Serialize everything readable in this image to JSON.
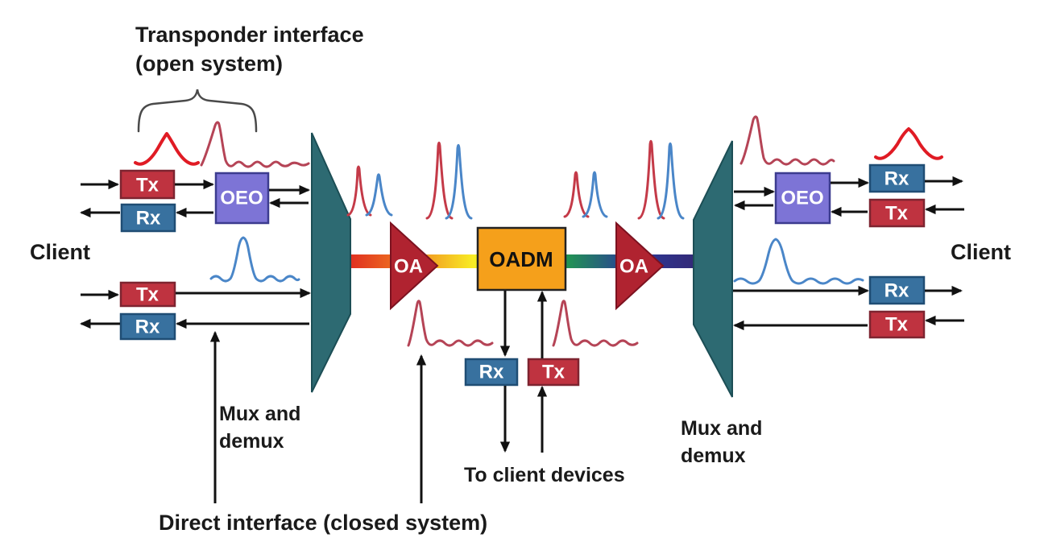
{
  "annotations": {
    "transponder_interface_line1": "Transponder interface",
    "transponder_interface_line2": "(open system)",
    "client_left": "Client",
    "client_right": "Client",
    "mux_demux_left_line1": "Mux and",
    "mux_demux_left_line2": "demux",
    "mux_demux_right_line1": "Mux and",
    "mux_demux_right_line2": "demux",
    "to_client_devices": "To client devices",
    "direct_interface": "Direct interface (closed system)"
  },
  "node_labels": {
    "tx": "Tx",
    "rx": "Rx",
    "oeo": "OEO",
    "oa": "OA",
    "oadm": "OADM"
  },
  "colors": {
    "tx_fill": "#bf3340",
    "tx_border": "#7e2430",
    "rx_fill": "#38719f",
    "rx_border": "#1f4d74",
    "oeo_fill": "#7d74d6",
    "oeo_border": "#3c3c8f",
    "oa_fill": "#b02330",
    "oa_border": "#7c1220",
    "oadm_fill": "#f5a01b",
    "oadm_border": "#222222",
    "mux_fill": "#2d6a72",
    "arrow": "#111111",
    "spectrum_red_bright": "#e01b24",
    "spectrum_red_muted": "#b54456",
    "spectrum_blue": "#4a86c8",
    "fiber_gradient": [
      "#e03020",
      "#ef7420",
      "#f8ee25",
      "#1fa348",
      "#2b3a9a",
      "#332a78"
    ]
  }
}
